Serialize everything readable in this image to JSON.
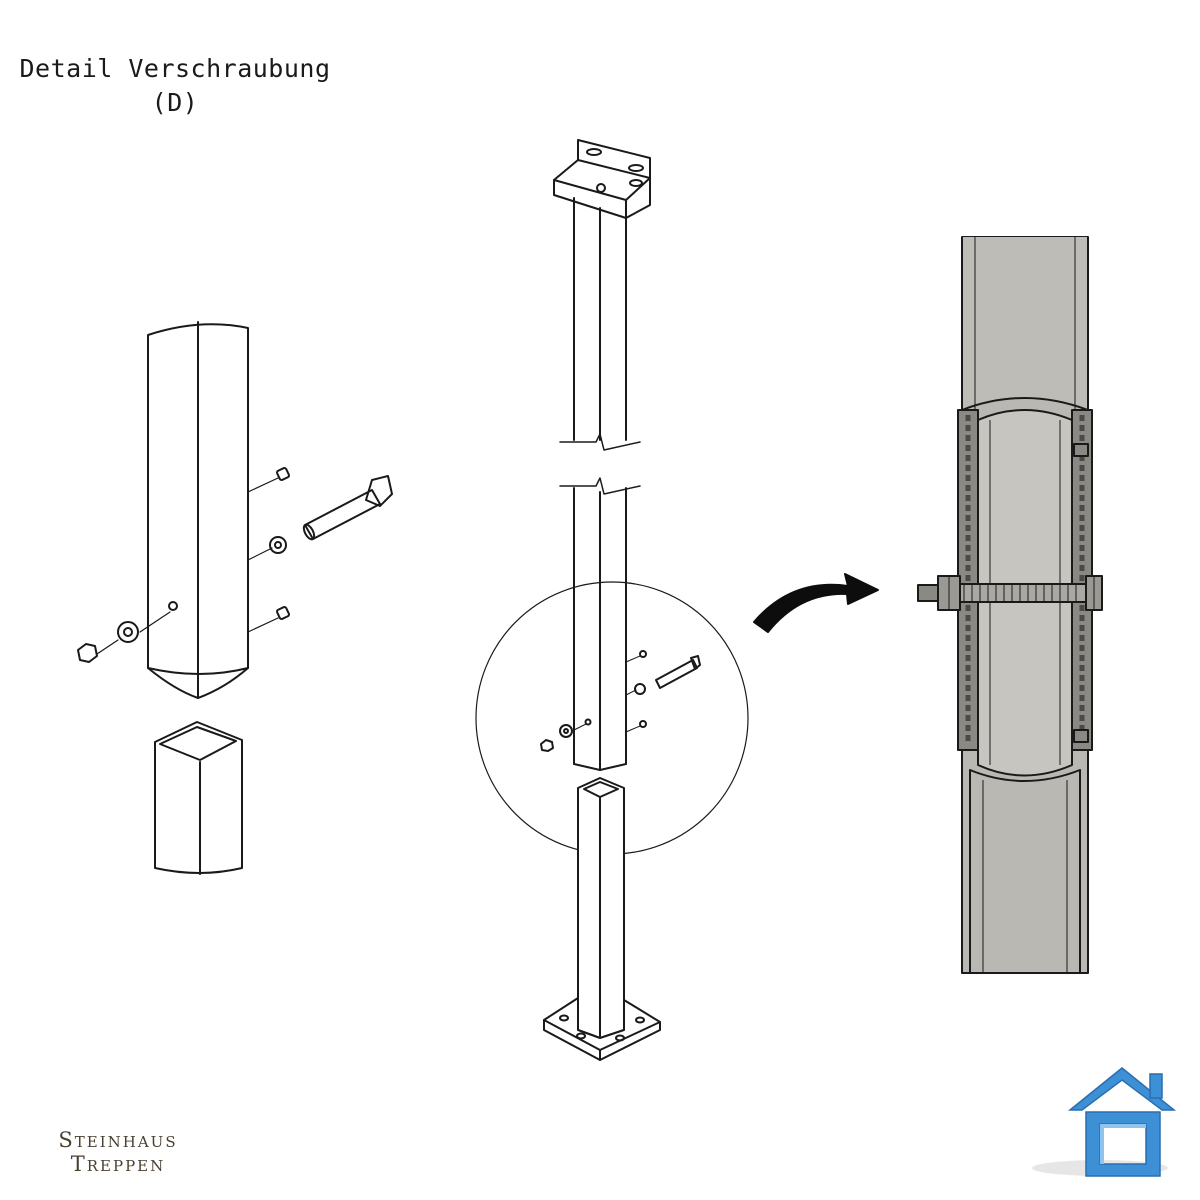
{
  "title": {
    "line1": "Detail Verschraubung",
    "line2": "(D)"
  },
  "brand": {
    "line1": "Steinhaus",
    "line2": "Treppen"
  },
  "colors": {
    "line": "#1a1a1a",
    "section_fill": "#b9b8b2",
    "section_dark": "#7f7f7a",
    "logo_blue": "#3d8fd6",
    "logo_light": "#8fc4ee",
    "brand_text": "#4a4030"
  },
  "icons": {
    "logo": "house-icon",
    "arrow": "curved-arrow-icon"
  }
}
